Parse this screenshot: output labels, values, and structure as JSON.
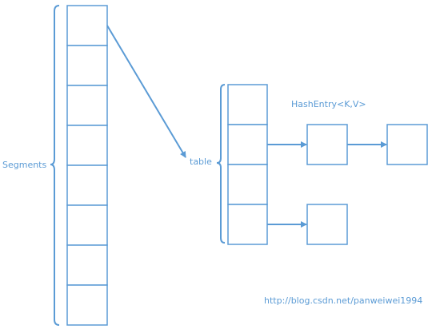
{
  "labels": {
    "segments": "Segments",
    "table": "table",
    "hash_entry": "HashEntry<K,V>",
    "url": "http://blog.csdn.net/panweiwei1994"
  },
  "segments": {
    "cell_count": 8
  },
  "table": {
    "cell_count": 4
  },
  "hash_entries": {
    "count": 3
  },
  "colors": {
    "stroke": "#5b9bd5",
    "text": "#5b9bd5",
    "background": "#ffffff"
  }
}
